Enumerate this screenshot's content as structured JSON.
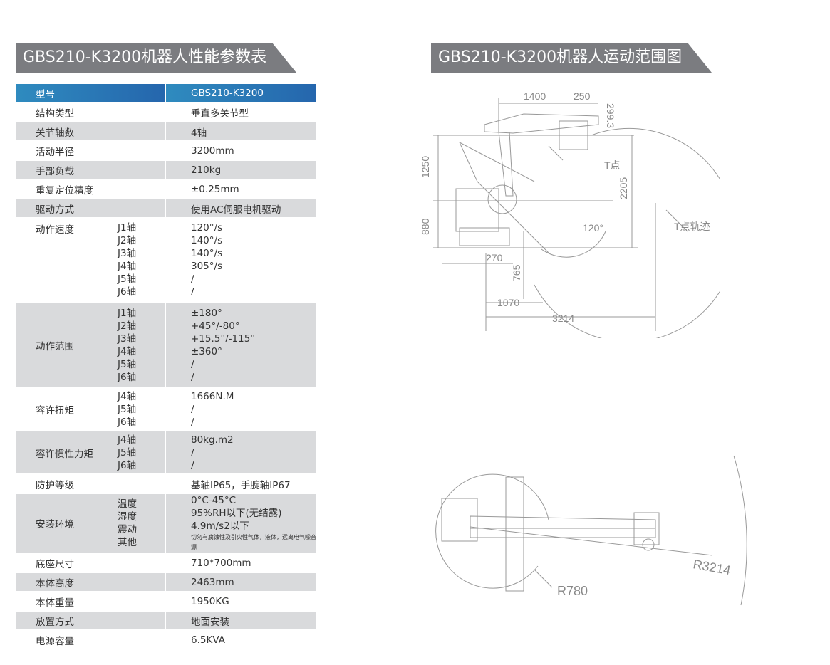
{
  "titles": {
    "params": "GBS210-K3200机器人性能参数表",
    "range": "GBS210-K3200机器人运动范围图"
  },
  "header": {
    "label": "型号",
    "value": "GBS210-K3200"
  },
  "rows": [
    {
      "label": "结构类型",
      "value": "垂直多关节型"
    },
    {
      "label": "关节轴数",
      "value": "4轴"
    },
    {
      "label": "活动半径",
      "value": "3200mm"
    },
    {
      "label": "手部负载",
      "value": "210kg"
    },
    {
      "label": "重复定位精度",
      "value": "±0.25mm"
    },
    {
      "label": "驱动方式",
      "value": "使用AC伺服电机驱动"
    }
  ],
  "speed": {
    "label": "动作速度",
    "axes": [
      "J1轴",
      "J2轴",
      "J3轴",
      "J4轴",
      "J5轴",
      "J6轴"
    ],
    "values": [
      "120°/s",
      "140°/s",
      "140°/s",
      "305°/s",
      "/",
      "/"
    ]
  },
  "range": {
    "label": "动作范围",
    "axes": [
      "J1轴",
      "J2轴",
      "J3轴",
      "J4轴",
      "J5轴",
      "J6轴"
    ],
    "values": [
      "±180°",
      "+45°/-80°",
      "+15.5°/-115°",
      "±360°",
      "/",
      "/"
    ]
  },
  "torque": {
    "label": "容许扭矩",
    "axes": [
      "J4轴",
      "J5轴",
      "J6轴"
    ],
    "values": [
      "1666N.M",
      "/",
      "/"
    ]
  },
  "inertia": {
    "label": "容许惯性力矩",
    "axes": [
      "J4轴",
      "J5轴",
      "J6轴"
    ],
    "values": [
      "80kg.m2",
      "/",
      "/"
    ]
  },
  "protection": {
    "label": "防护等级",
    "value": "基轴IP65，手腕轴IP67"
  },
  "env": {
    "label": "安装环境",
    "items": [
      "温度",
      "湿度",
      "震动",
      "其他"
    ],
    "values": [
      "0°C-45°C",
      "95%RH以下(无结露)",
      "4.9m/s2以下",
      "切勿有腐蚀性及引火性气体，液体，远离电气噪音源"
    ]
  },
  "rows2": [
    {
      "label": "底座尺寸",
      "value": "710*700mm"
    },
    {
      "label": "本体高度",
      "value": "2463mm"
    },
    {
      "label": "本体重量",
      "value": "1950KG"
    },
    {
      "label": "放置方式",
      "value": "地面安装"
    },
    {
      "label": "电源容量",
      "value": "6.5KVA"
    }
  ],
  "side_dims": {
    "d1400": "1400",
    "d250": "250",
    "d2993": "299.3",
    "d1250": "1250",
    "d880": "880",
    "d2205": "2205",
    "d270": "270",
    "d765": "765",
    "d1070": "1070",
    "d3214": "3214",
    "angle": "120°",
    "tpoint": "T点",
    "trajectory": "T点轨迹"
  },
  "top_dims": {
    "r3214": "R3214",
    "r780": "R780"
  }
}
